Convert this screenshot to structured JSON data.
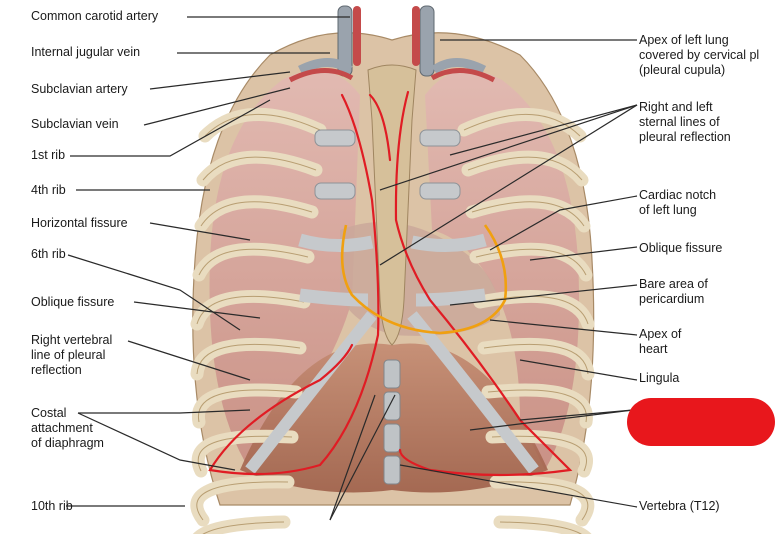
{
  "left_labels": [
    {
      "id": "common-carotid-artery",
      "text": "Common carotid artery"
    },
    {
      "id": "internal-jugular-vein",
      "text": "Internal jugular vein"
    },
    {
      "id": "subclavian-artery",
      "text": "Subclavian artery"
    },
    {
      "id": "subclavian-vein",
      "text": "Subclavian vein"
    },
    {
      "id": "1st-rib",
      "text": "1st rib"
    },
    {
      "id": "4th-rib",
      "text": "4th rib"
    },
    {
      "id": "horizontal-fissure",
      "text": "Horizontal fissure"
    },
    {
      "id": "6th-rib",
      "text": "6th rib"
    },
    {
      "id": "oblique-fissure-left",
      "text": "Oblique fissure"
    },
    {
      "id": "right-vertebral-line",
      "text": "Right vertebral\nline of pleural\nreflection"
    },
    {
      "id": "costal-attachment",
      "text": "Costal\nattachment\nof diaphragm"
    },
    {
      "id": "10th-rib",
      "text": "10th rib"
    }
  ],
  "right_labels": [
    {
      "id": "apex-left-lung",
      "text": "Apex of left lung\ncovered by cervical pl\n(pleural cupula)"
    },
    {
      "id": "sternal-lines",
      "text": "Right and left\nsternal lines of\npleural  reflection"
    },
    {
      "id": "cardiac-notch",
      "text": "Cardiac notch\nof left lung"
    },
    {
      "id": "oblique-fissure-right",
      "text": "Oblique fissure"
    },
    {
      "id": "bare-area",
      "text": "Bare area of\npericardium"
    },
    {
      "id": "apex-heart",
      "text": "Apex of\nheart"
    },
    {
      "id": "lingula",
      "text": "Lingula"
    },
    {
      "id": "vertebra-t12",
      "text": "Vertebra (T12)"
    }
  ],
  "colors": {
    "pleural_line": "#e01c24",
    "cardiac_line": "#f0a010",
    "redaction_box": "#e8171c",
    "rib": "#e9dcc0",
    "rib_edge": "#b89e72",
    "lung": "#d9a9a3",
    "muscle": "#b77a63",
    "cartilage": "#c6c9cc",
    "leader": "#2a2a2a"
  },
  "icons": {
    "redaction": "red-redaction-box"
  }
}
